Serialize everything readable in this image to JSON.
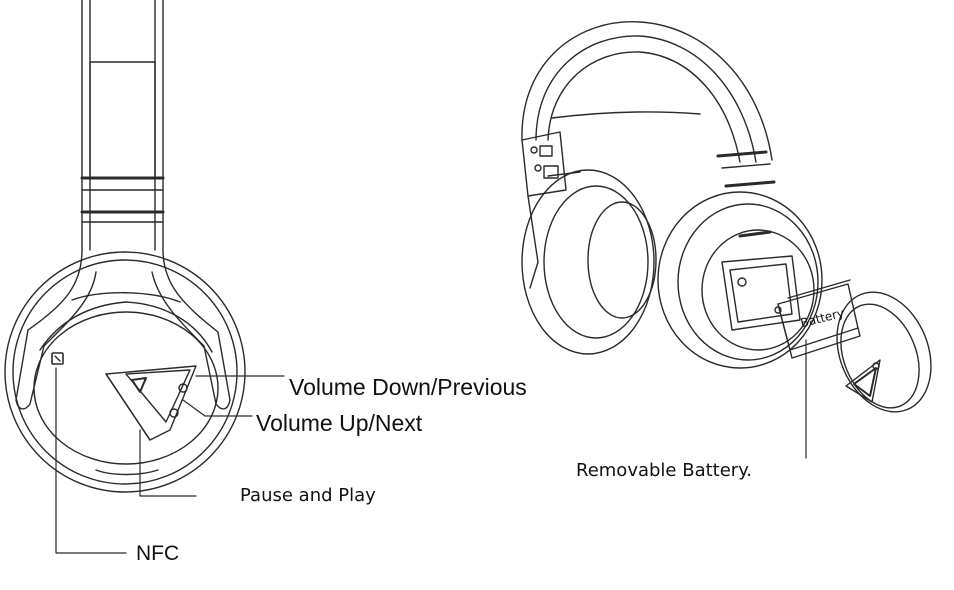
{
  "labels": {
    "volume_down": "Volume Down/Previous",
    "volume_up": "Volume Up/Next",
    "pause_play": "Pause and Play",
    "nfc": "NFC",
    "removable_battery": "Removable Battery.",
    "battery_marking": "Battery"
  },
  "colors": {
    "line": "#2a2a2a",
    "text": "#111111",
    "background": "#ffffff"
  }
}
